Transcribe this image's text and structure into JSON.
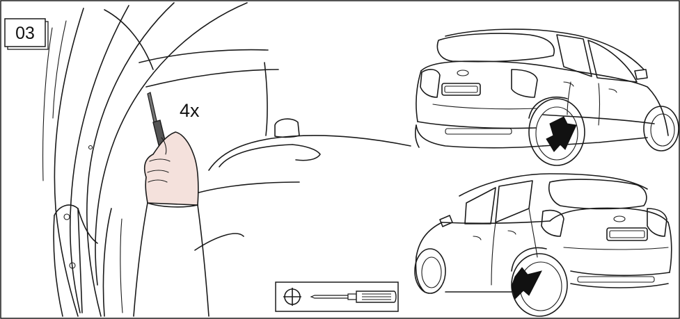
{
  "step": {
    "number": "03"
  },
  "instruction": {
    "quantity_label": "4x"
  },
  "tool": {
    "icon": "phillips-screwdriver-icon"
  },
  "car_views": [
    {
      "view": "rear-right",
      "arrow_target": "rear-right-wheel-arch"
    },
    {
      "view": "rear-left",
      "arrow_target": "rear-left-wheel-arch"
    }
  ],
  "colors": {
    "line": "#1a1a1a",
    "hand_fill": "#f4e1dc",
    "arrow_fill": "#111111",
    "background": "#ffffff"
  }
}
